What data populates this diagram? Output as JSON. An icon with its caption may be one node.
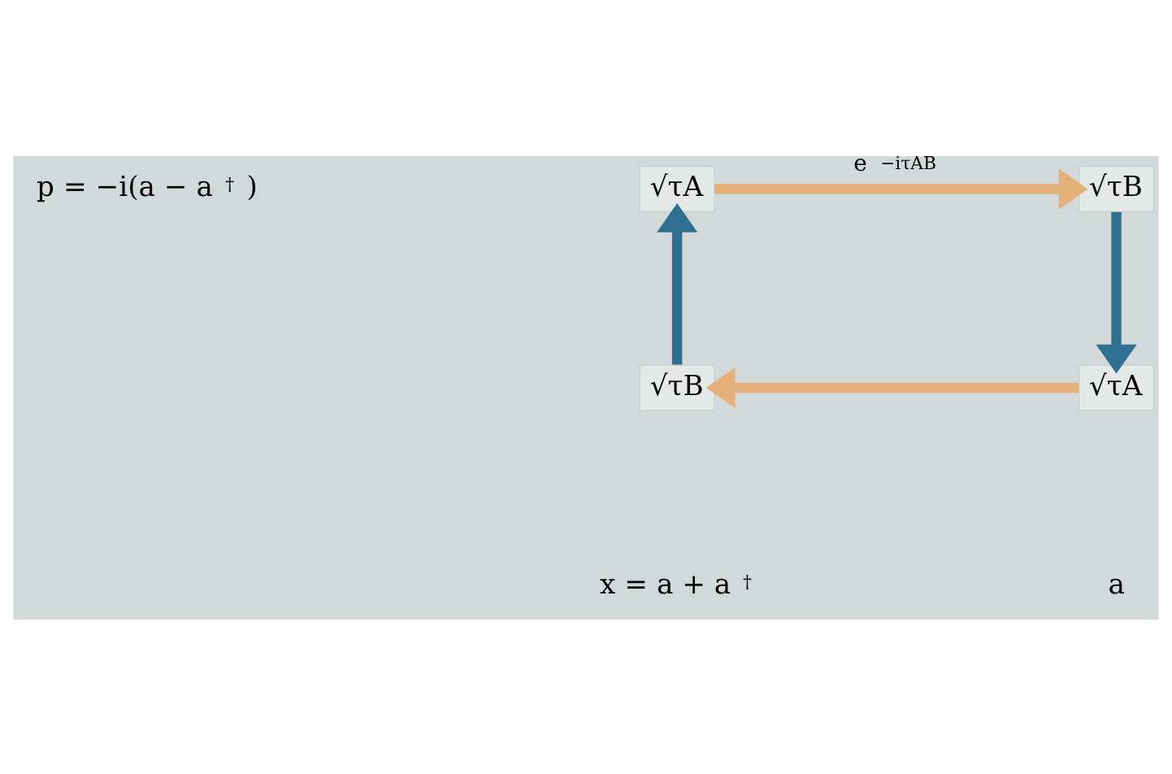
{
  "diagram": {
    "nodes": [
      {
        "text": [
          "√τA"
        ]
      },
      {
        "text": [
          "√τB"
        ]
      },
      {
        "text": [
          "√τA"
        ]
      },
      {
        "text": [
          "√τB"
        ]
      }
    ],
    "edges": [
      {
        "from": 3,
        "to": 0,
        "arrow": "to",
        "color": "#2f6f8f"
      },
      {
        "from": 0,
        "to": 1,
        "arrow": "to",
        "color": "#e3b07a",
        "label": "e$^{−iτAB}$"
      },
      {
        "from": 1,
        "to": 2,
        "arrow": "to",
        "color": "#2f6f8f"
      },
      {
        "from": 2,
        "to": 3,
        "arrow": "to",
        "color": "#e3b07a"
      }
    ],
    "labels": [
      "p = −i(a − a$^{†}$)",
      "x = a + a$^{†}$",
      "a"
    ]
  }
}
